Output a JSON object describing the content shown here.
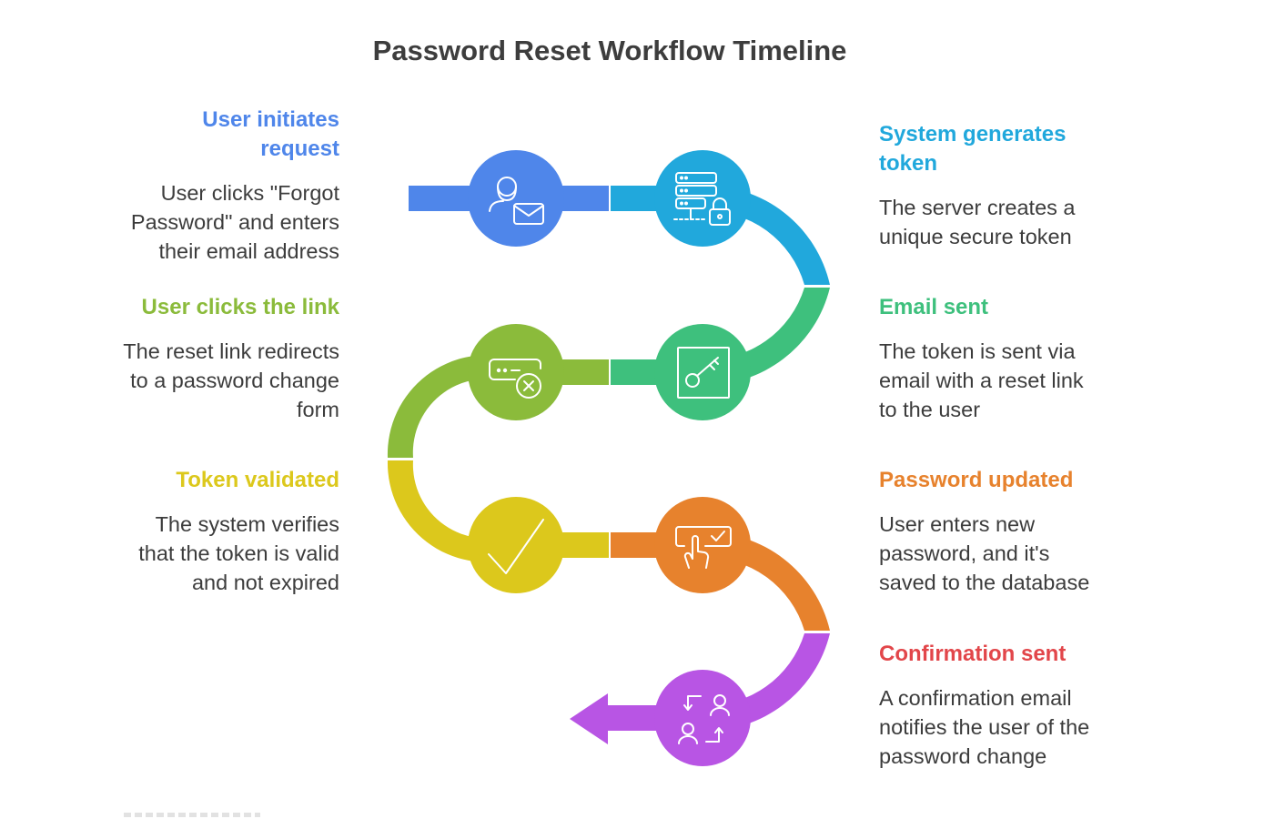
{
  "title": "Password Reset Workflow Timeline",
  "steps": [
    {
      "title": "User initiates request",
      "title_lines": [
        "User initiates",
        "request"
      ],
      "description": "User clicks \"Forgot Password\" and enters their email address",
      "icon": "user-email-icon",
      "color": "#4f86ea"
    },
    {
      "title": "System generates token",
      "title_lines": [
        "System generates",
        "token"
      ],
      "description": "The server creates a unique secure token",
      "icon": "server-lock-icon",
      "color": "#21a8dc"
    },
    {
      "title": "Email sent",
      "title_lines": [
        "Email sent"
      ],
      "description": "The token is sent via email with a reset link to the user",
      "icon": "key-icon",
      "color": "#3ec07d"
    },
    {
      "title": "User clicks the link",
      "title_lines": [
        "User clicks the link"
      ],
      "description": "The reset link redirects to a password change form",
      "icon": "password-field-close-icon",
      "color": "#8bbb3b"
    },
    {
      "title": "Token validated",
      "title_lines": [
        "Token validated"
      ],
      "description": "The system verifies that the token is valid and not expired",
      "icon": "checkmark-icon",
      "color": "#dcc81c"
    },
    {
      "title": "Password updated",
      "title_lines": [
        "Password updated"
      ],
      "description": "User enters new password, and it's saved to the database",
      "icon": "touch-checkbox-icon",
      "color": "#e7822d"
    },
    {
      "title": "Confirmation sent",
      "title_lines": [
        "Confirmation sent"
      ],
      "description": "A confirmation email notifies the user of the password change",
      "icon": "user-exchange-icon",
      "color": "#b855e4",
      "title_color": "#e2464a"
    }
  ]
}
